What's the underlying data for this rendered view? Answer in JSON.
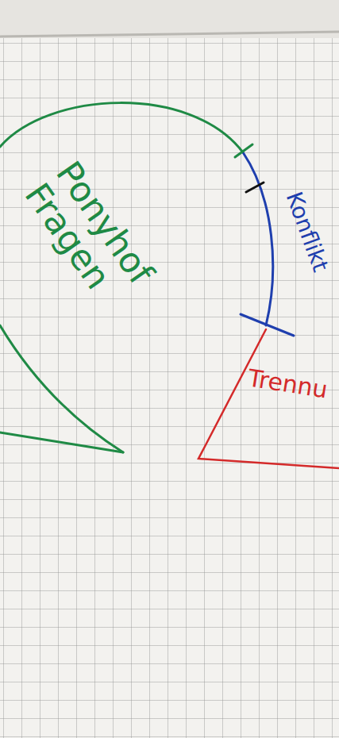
{
  "diagram": {
    "nodes": [
      {
        "text": [
          "Ponyhof Fragen"
        ]
      },
      {
        "text": [
          "Trennu"
        ]
      }
    ],
    "labels": [
      "Konflikt"
    ]
  }
}
